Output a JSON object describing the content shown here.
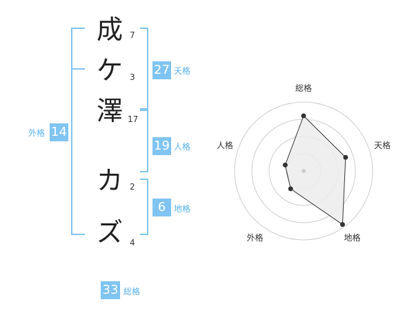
{
  "name_chars": [
    {
      "char": "成",
      "strokes": "7"
    },
    {
      "char": "ケ",
      "strokes": "3"
    },
    {
      "char": "澤",
      "strokes": "17"
    },
    {
      "char": "カ",
      "strokes": "2"
    },
    {
      "char": "ズ",
      "strokes": "4"
    }
  ],
  "fortune": {
    "tenkaku": {
      "value": "27",
      "label": "天格"
    },
    "jinkaku": {
      "value": "19",
      "label": "人格"
    },
    "chikaku": {
      "value": "6",
      "label": "地格"
    },
    "gaikaku": {
      "value": "14",
      "label": "外格"
    },
    "soukaku": {
      "value": "33",
      "label": "総格"
    }
  },
  "radar": {
    "axes": [
      "総格",
      "天格",
      "地格",
      "外格",
      "人格"
    ],
    "values": [
      0.8,
      0.64,
      0.96,
      0.32,
      0.28
    ],
    "rings": 4,
    "colors": {
      "ring": "#cccccc",
      "fill": "#ececec",
      "line": "#333333",
      "point": "#333333",
      "center": "#cccccc"
    }
  },
  "colors": {
    "accent": "#7fc4f2",
    "accent_text": "#59b1ec"
  }
}
